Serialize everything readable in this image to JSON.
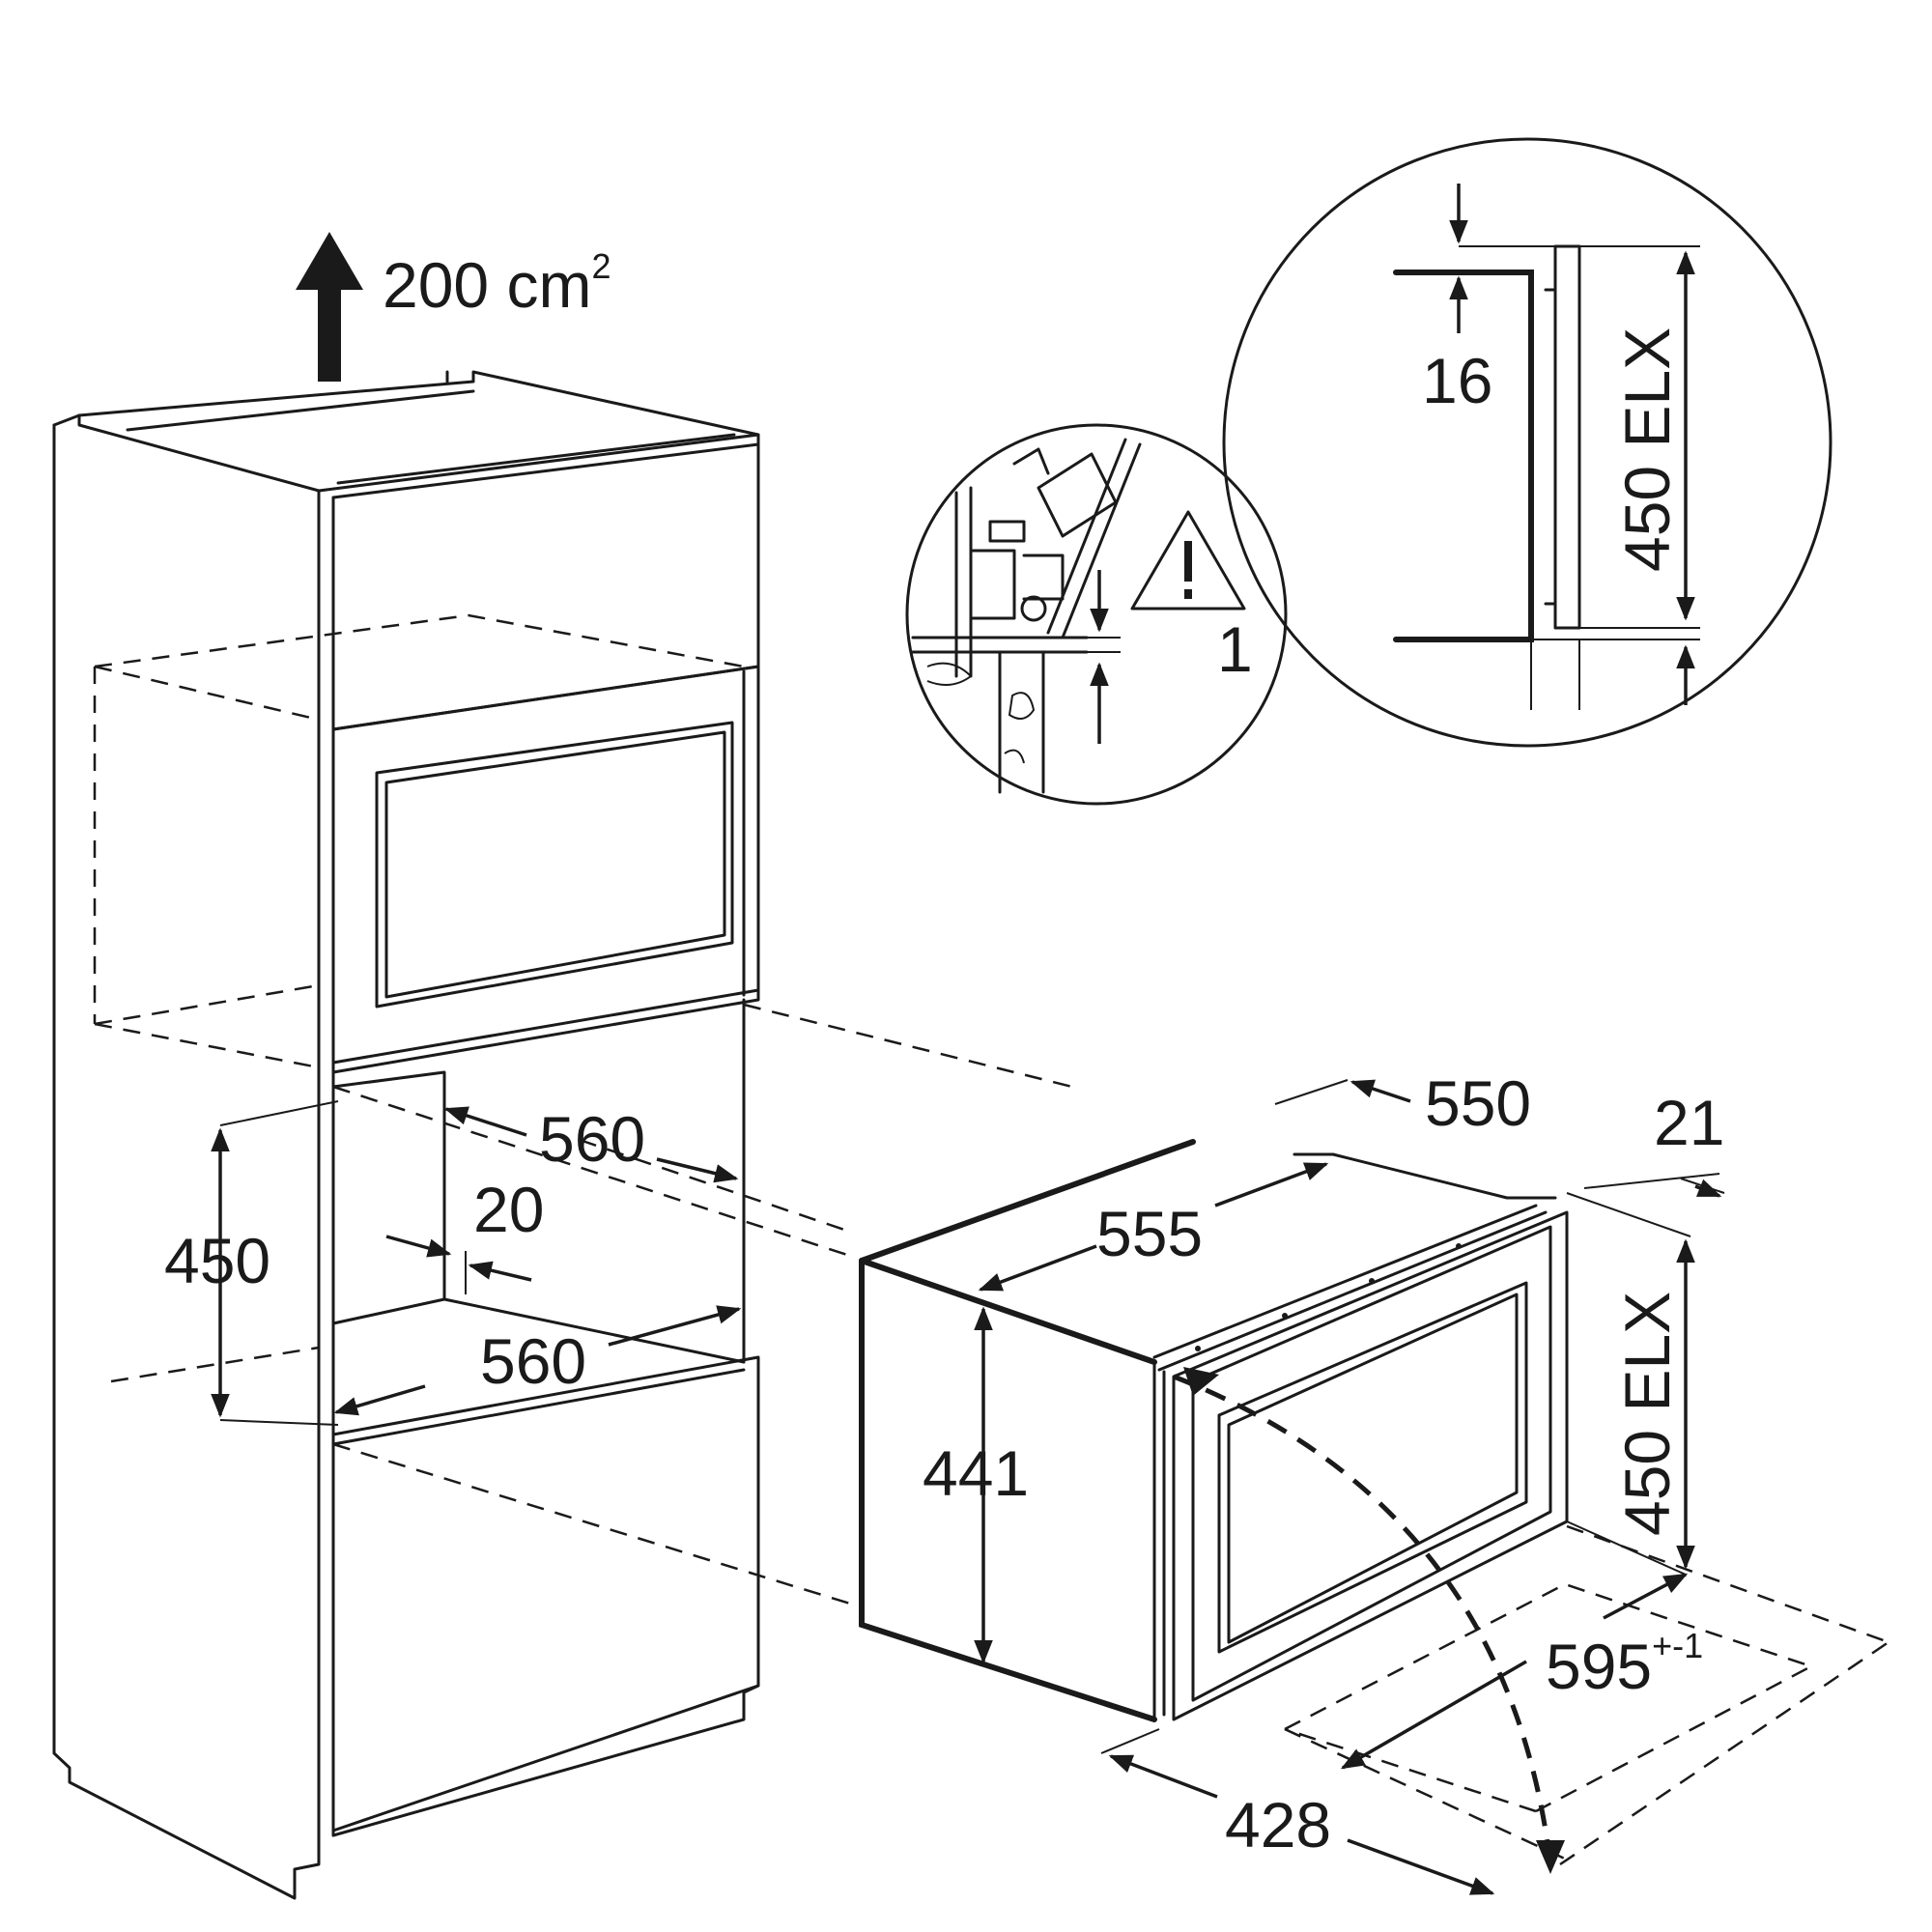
{
  "vent": {
    "label": "200 cm",
    "superscript": "2"
  },
  "dimensions": {
    "niche_width_top": "560",
    "niche_gap": "20",
    "niche_width_bottom": "560",
    "niche_height": "450",
    "depth_top": "550",
    "offset_top": "21",
    "unit_depth": "555",
    "unit_height": "441",
    "front_height": "450 ELX",
    "front_width": "595",
    "front_width_tolerance": "+-1",
    "unit_width": "428"
  },
  "detail_warning": {
    "label": "1"
  },
  "detail_fixing": {
    "gap": "16",
    "height": "450 ELX"
  }
}
